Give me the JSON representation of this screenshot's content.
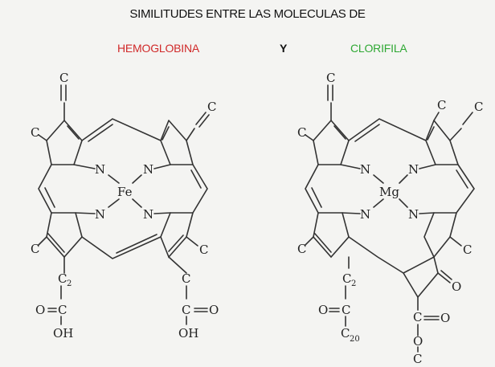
{
  "header": {
    "title": "SIMILITUDES ENTRE LAS MOLECULAS DE",
    "label_left": "HEMOGLOBINA",
    "conjunction": "Y",
    "label_right": "CLORIFILA",
    "colors": {
      "hemoglobina": "#d02a2a",
      "clorifila": "#2fa834"
    }
  },
  "hemoglobin": {
    "metal": "Fe",
    "nitrogen": "N",
    "carbon": "C",
    "sub_2": "2",
    "oxygen": "O",
    "hydroxyl": "OH"
  },
  "chlorophyll": {
    "metal": "Mg",
    "nitrogen": "N",
    "carbon": "C",
    "sub_2": "2",
    "sub_20": "20",
    "oxygen": "O"
  }
}
